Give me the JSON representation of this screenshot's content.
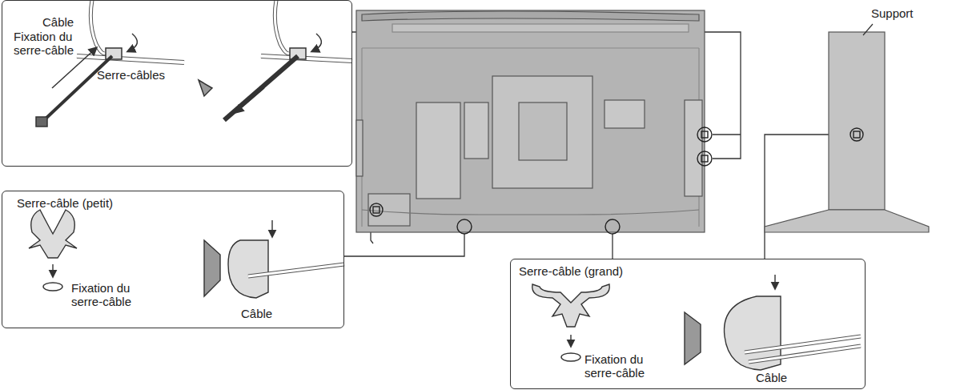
{
  "diagram": {
    "nodes": [
      {
        "text": [
          "Câble",
          "Fixation du serre-câble",
          "Serre-câbles"
        ]
      },
      {
        "text": [
          "Serre-câble (petit)",
          "Fixation du serre-câble",
          "Câble"
        ]
      },
      {
        "text": [
          "Serre-câble (grand)",
          "Fixation du serre-câble",
          "Câble"
        ]
      }
    ],
    "labels": [
      "Support"
    ]
  }
}
